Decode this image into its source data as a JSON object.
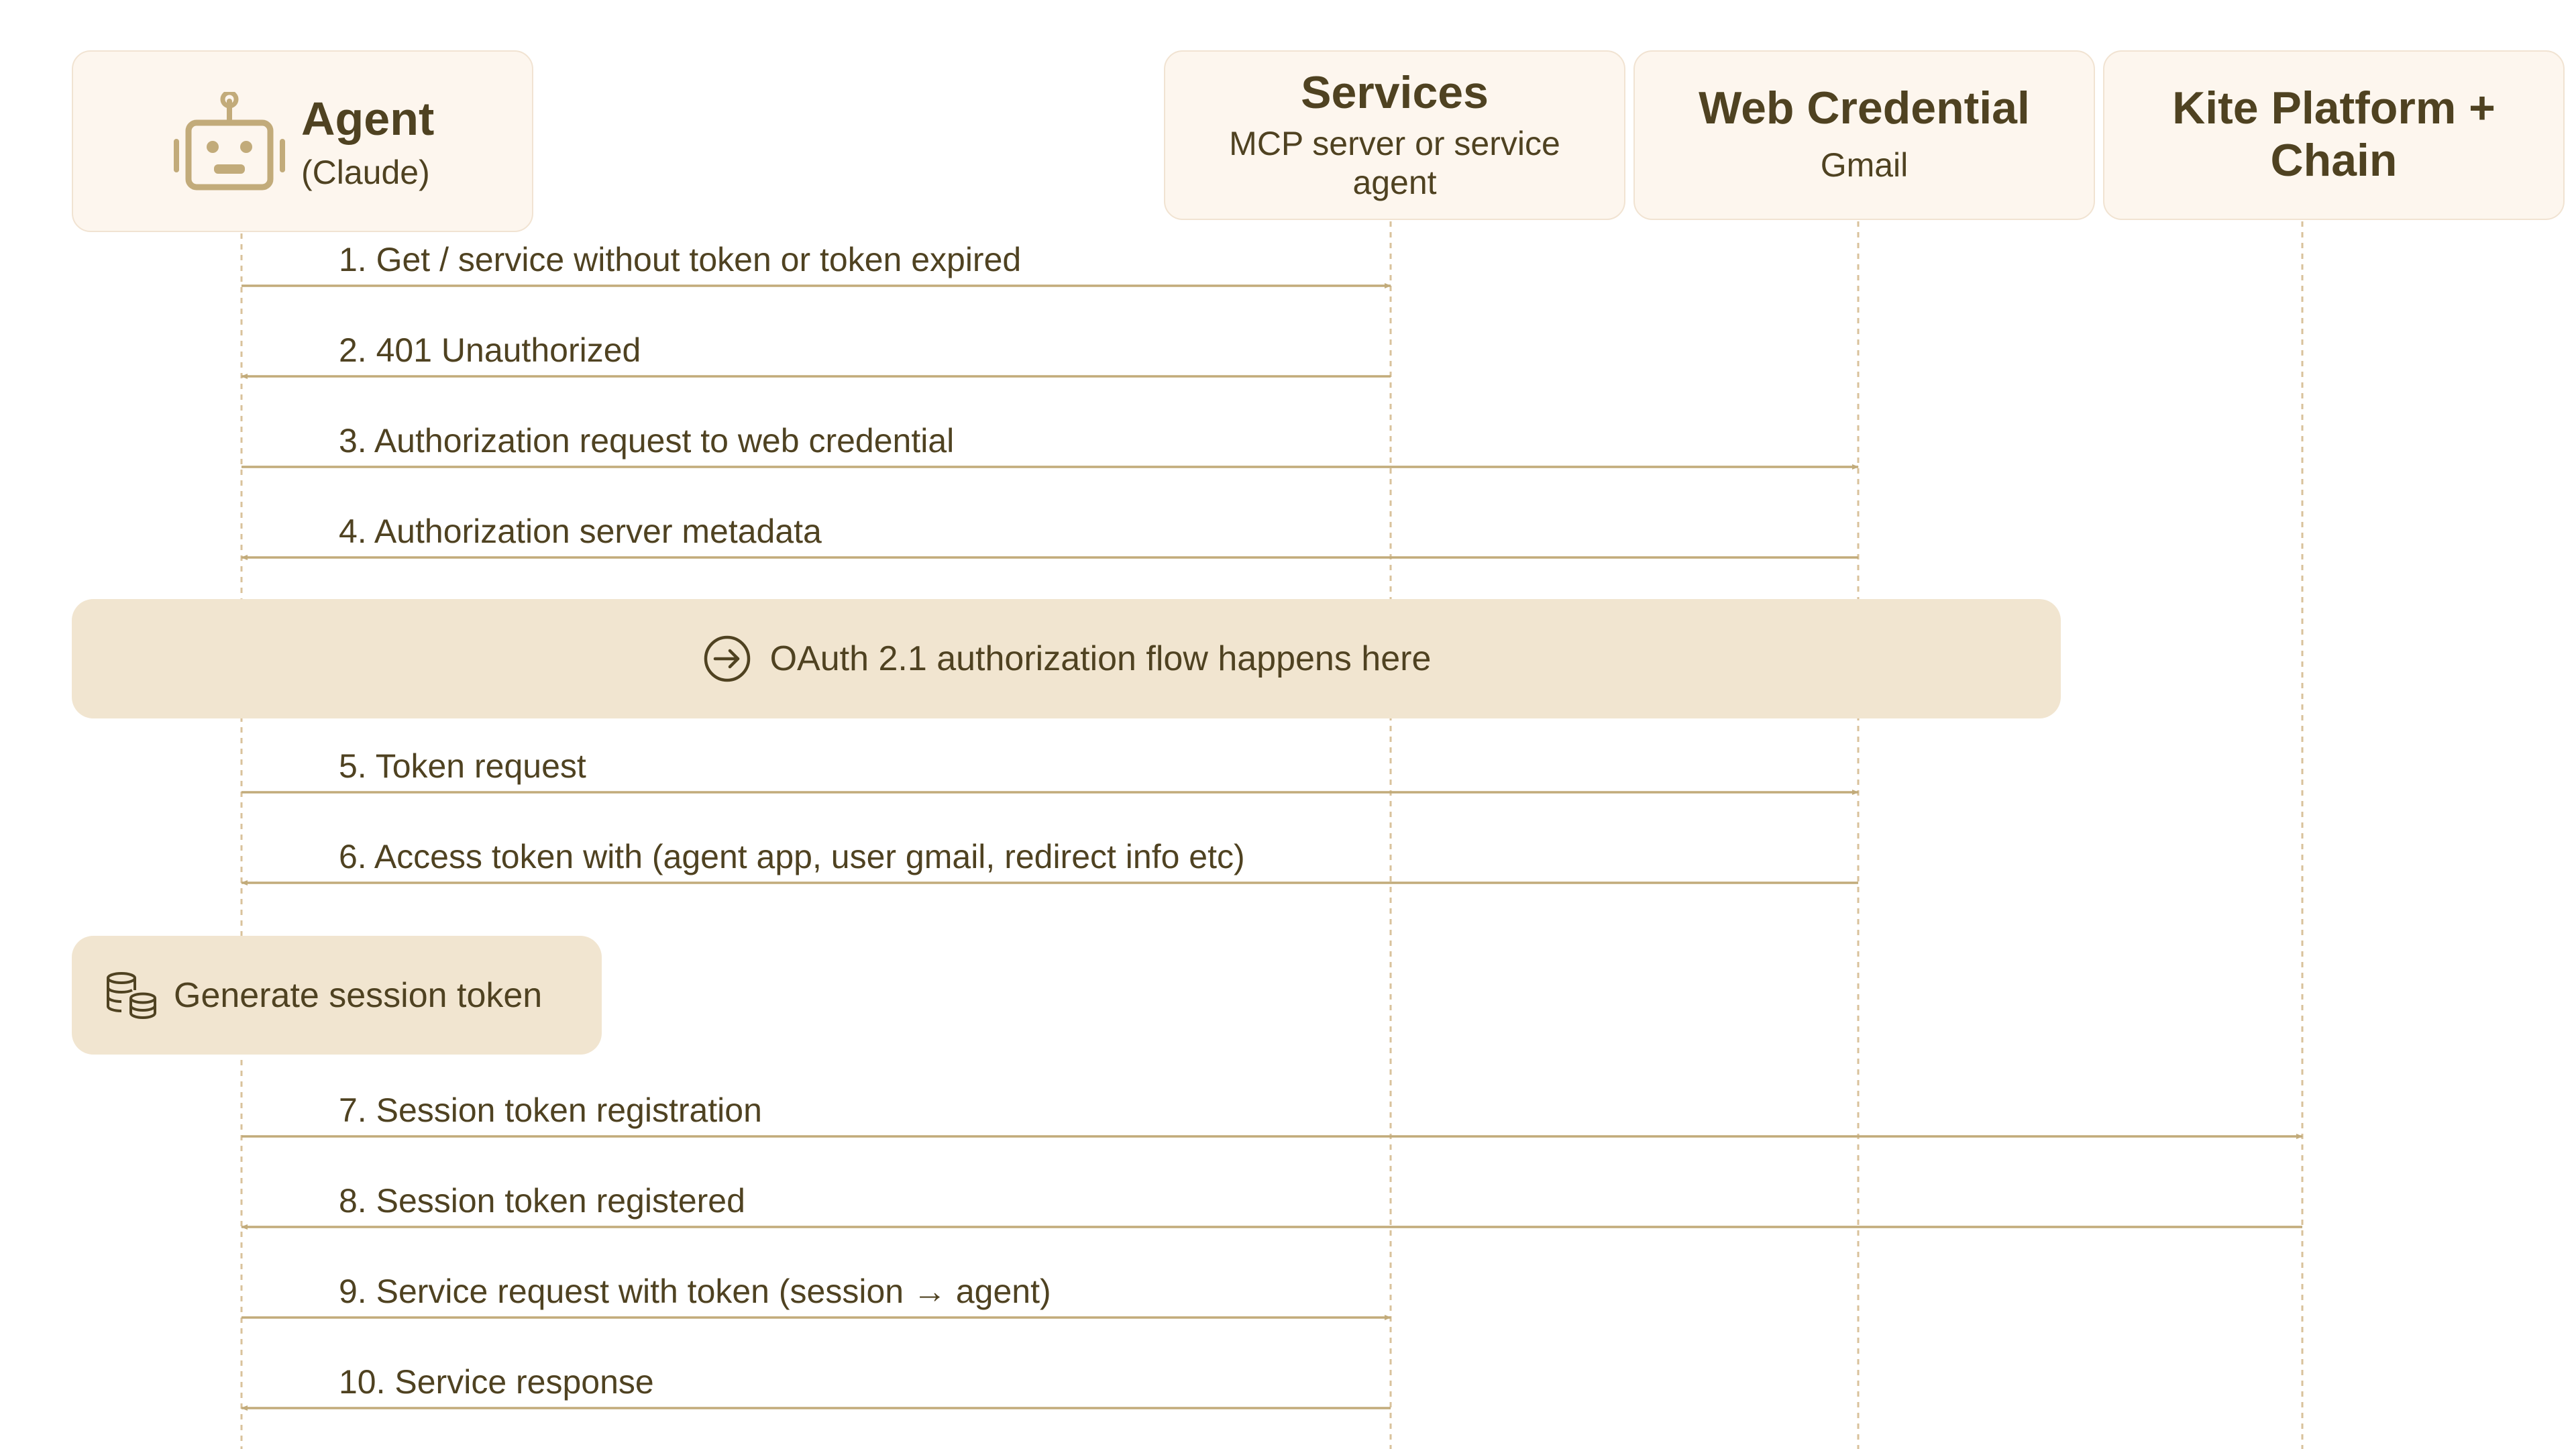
{
  "colors": {
    "line": "#c2ab7a",
    "lifeline": "#d9c29b",
    "text": "#4f4221",
    "box_fill": "#fdf6ee",
    "box_border": "#f1e3d2",
    "band_fill": "#f1e5d0",
    "icon": "#c2ab7a"
  },
  "participants": [
    {
      "id": "agent",
      "title": "Agent",
      "subtitle": "(Claude)",
      "icon": "robot-icon"
    },
    {
      "id": "services",
      "title": "Services",
      "subtitle": "MCP server or service agent"
    },
    {
      "id": "webcred",
      "title": "Web Credential",
      "subtitle": "Gmail"
    },
    {
      "id": "kite",
      "title": "Kite Platform + Chain",
      "subtitle": ""
    }
  ],
  "messages": [
    {
      "label": "1. Get / service without token or token expired",
      "from": "agent",
      "to": "services"
    },
    {
      "label": "2. 401 Unauthorized",
      "from": "services",
      "to": "agent"
    },
    {
      "label": "3. Authorization request to web credential",
      "from": "agent",
      "to": "webcred"
    },
    {
      "label": "4. Authorization server metadata",
      "from": "webcred",
      "to": "agent"
    },
    {
      "label": "5. Token request",
      "from": "agent",
      "to": "webcred"
    },
    {
      "label": "6. Access token with (agent app, user gmail, redirect info etc)",
      "from": "webcred",
      "to": "agent"
    },
    {
      "label": "7. Session token registration",
      "from": "agent",
      "to": "kite"
    },
    {
      "label": "8. Session token registered",
      "from": "kite",
      "to": "agent"
    },
    {
      "label": "9. Service request with token (session → agent)",
      "from": "agent",
      "to": "services"
    },
    {
      "label": "10. Service response",
      "from": "services",
      "to": "agent"
    }
  ],
  "notes": {
    "oauth": {
      "label": "OAuth 2.1 authorization flow happens here",
      "icon": "arrow-circle-icon"
    },
    "session": {
      "label": "Generate session token",
      "icon": "database-icon"
    }
  }
}
